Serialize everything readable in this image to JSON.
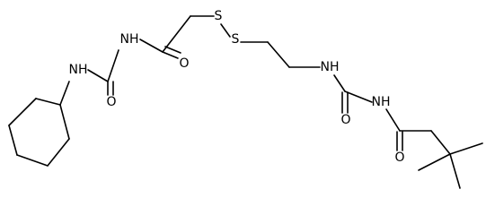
{
  "molecule": {
    "atoms": {
      "nh_cyclohexyl": "NH",
      "o_urea_1": "O",
      "nh_imide_1": "NH",
      "o_acetyl": "O",
      "s_1": "S",
      "s_2": "S",
      "nh_ethyl": "NH",
      "o_urea_2": "O",
      "nh_imide_2": "NH",
      "o_butanoyl": "O"
    }
  }
}
